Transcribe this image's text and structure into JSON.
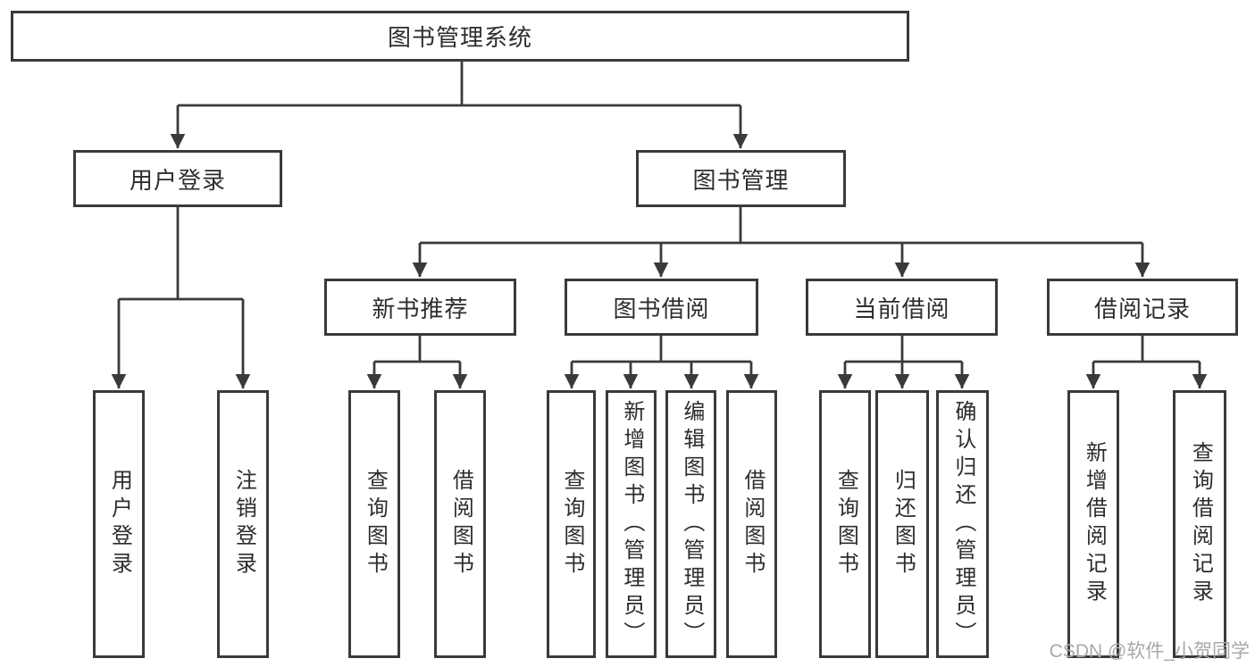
{
  "diagram": {
    "type": "hierarchy-tree",
    "tree": {
      "label": "图书管理系统",
      "children": [
        {
          "label": "用户登录",
          "children": [
            {
              "label": "用户登录"
            },
            {
              "label": "注销登录"
            }
          ]
        },
        {
          "label": "图书管理",
          "children": [
            {
              "label": "新书推荐",
              "children": [
                {
                  "label": "查询图书"
                },
                {
                  "label": "借阅图书"
                }
              ]
            },
            {
              "label": "图书借阅",
              "children": [
                {
                  "label": "查询图书"
                },
                {
                  "label": "新增图书（管理员）"
                },
                {
                  "label": "编辑图书（管理员）"
                },
                {
                  "label": "借阅图书"
                }
              ]
            },
            {
              "label": "当前借阅",
              "children": [
                {
                  "label": "查询图书"
                },
                {
                  "label": "归还图书"
                },
                {
                  "label": "确认归还（管理员）"
                }
              ]
            },
            {
              "label": "借阅记录",
              "children": [
                {
                  "label": "新增借阅记录"
                },
                {
                  "label": "查询借阅记录"
                }
              ]
            }
          ]
        }
      ]
    },
    "colors": {
      "line": "#3a3a3a",
      "text": "#2d2d2d",
      "node_background": "#ffffff",
      "watermark": "#a8a8a8"
    }
  },
  "watermark": {
    "text": "CSDN @软件_小贺同学"
  }
}
